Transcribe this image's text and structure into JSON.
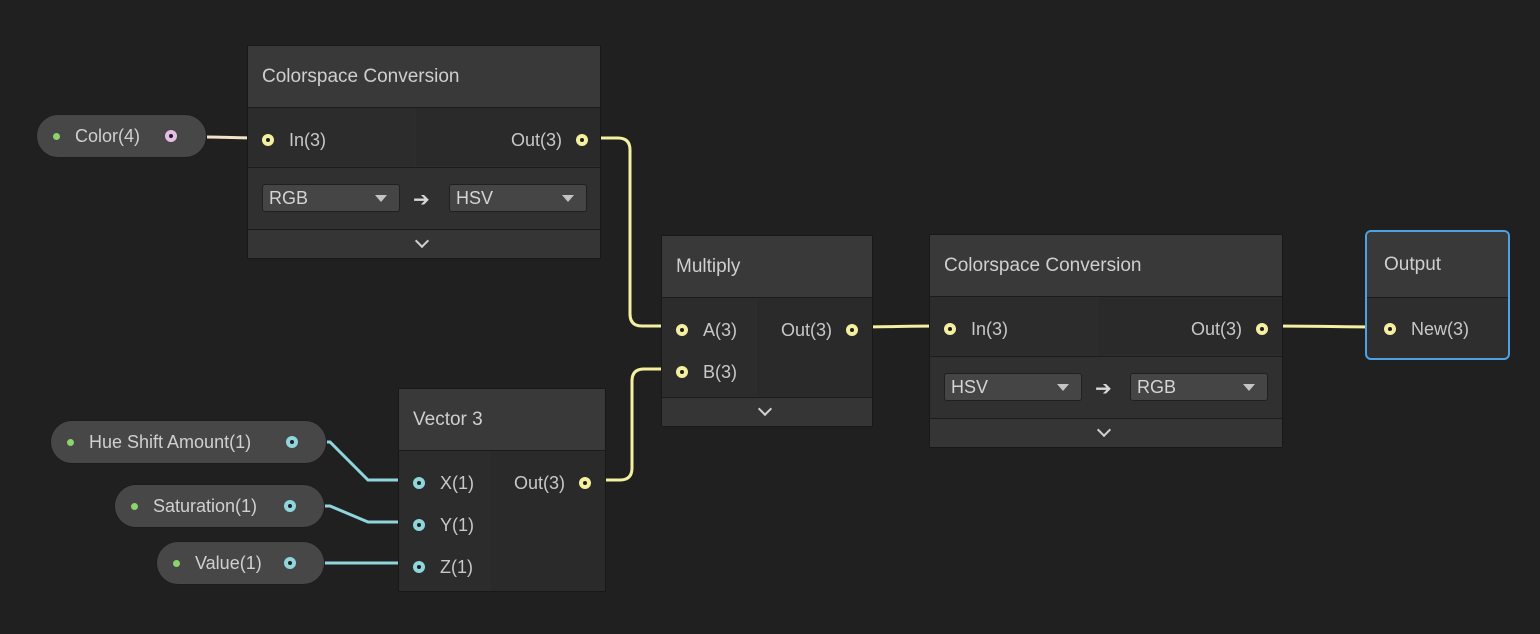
{
  "graph": {
    "properties": {
      "color": "Color(4)",
      "hue_shift": "Hue Shift Amount(1)",
      "saturation": "Saturation(1)",
      "value": "Value(1)"
    },
    "conversion1": {
      "title": "Colorspace Conversion",
      "in_label": "In(3)",
      "out_label": "Out(3)",
      "from": "RGB",
      "to": "HSV",
      "arrow": "➔"
    },
    "multiply": {
      "title": "Multiply",
      "a_label": "A(3)",
      "b_label": "B(3)",
      "out_label": "Out(3)"
    },
    "vector3": {
      "title": "Vector 3",
      "x_label": "X(1)",
      "y_label": "Y(1)",
      "z_label": "Z(1)",
      "out_label": "Out(3)"
    },
    "conversion2": {
      "title": "Colorspace Conversion",
      "in_label": "In(3)",
      "out_label": "Out(3)",
      "from": "HSV",
      "to": "RGB",
      "arrow": "➔"
    },
    "output": {
      "title": "Output",
      "new_label": "New(3)"
    }
  },
  "colors": {
    "background": "#202020",
    "vector3_wire": "#f4f0a0",
    "vector1_wire": "#8fd6dc",
    "vector4_wire": "#f2e2c8",
    "selection": "#4aa3e6",
    "property_dot": "#8cd46a"
  },
  "icons": [
    "port-icon",
    "dropdown-arrow-icon",
    "chevron-down-icon",
    "convert-arrow-icon"
  ]
}
